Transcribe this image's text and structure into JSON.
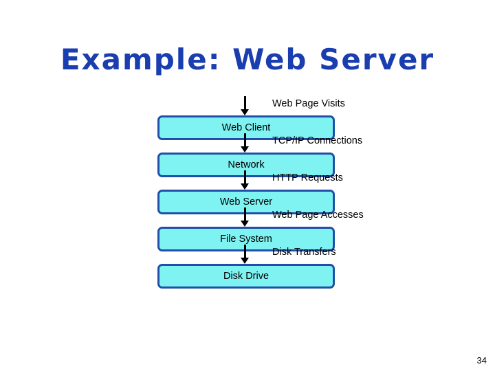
{
  "slide": {
    "title": "Example: Web Server",
    "page_number": "34",
    "title_color": "#1a3db0",
    "box_fill_color": "#7ff2f2",
    "box_border_color": "#1f4fa8",
    "arrow_color": "#000000",
    "background_color": "#ffffff"
  },
  "diagram": {
    "type": "vertical-layer-stack",
    "rows": [
      {
        "flow_label": "Web Page Visits",
        "node_label": "Web Client"
      },
      {
        "flow_label": "TCP/IP Connections",
        "node_label": "Network"
      },
      {
        "flow_label": "HTTP Requests",
        "node_label": "Web Server"
      },
      {
        "flow_label": "Web Page Accesses",
        "node_label": "File System"
      },
      {
        "flow_label": "Disk Transfers",
        "node_label": "Disk Drive"
      }
    ]
  }
}
